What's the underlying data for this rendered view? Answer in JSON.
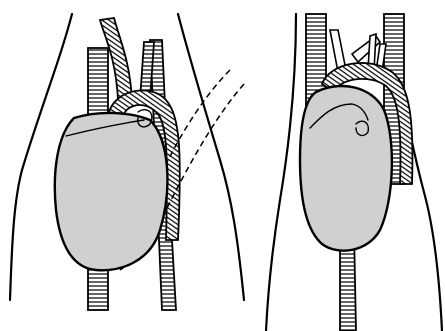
{
  "figure": {
    "panels": [
      "left-view",
      "right-view"
    ],
    "colors": {
      "line": "#000000",
      "heart_fill": "#d0d0d0",
      "background": "#ffffff"
    },
    "icons": [
      "heart-shape",
      "trachea-rings",
      "esophagus-rings",
      "aortic-arch",
      "dashed-outline"
    ]
  }
}
